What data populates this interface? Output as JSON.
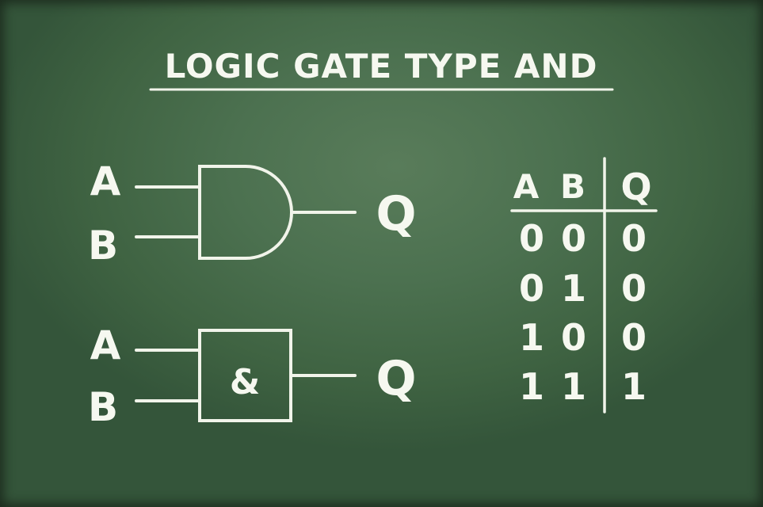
{
  "title": "LOGIC GATE TYPE AND",
  "colors": {
    "board": "#4c7150",
    "chalk": "#f4f6ee"
  },
  "gates": [
    {
      "style": "ANSI (distinctive shape)",
      "inputs": [
        "A",
        "B"
      ],
      "output": "Q",
      "symbol": ""
    },
    {
      "style": "IEC (rectangular)",
      "inputs": [
        "A",
        "B"
      ],
      "output": "Q",
      "symbol": "&"
    }
  ],
  "truth_table": {
    "headers": [
      "A",
      "B",
      "Q"
    ],
    "rows": [
      [
        "0",
        "0",
        "0"
      ],
      [
        "0",
        "1",
        "0"
      ],
      [
        "1",
        "0",
        "0"
      ],
      [
        "1",
        "1",
        "1"
      ]
    ]
  }
}
